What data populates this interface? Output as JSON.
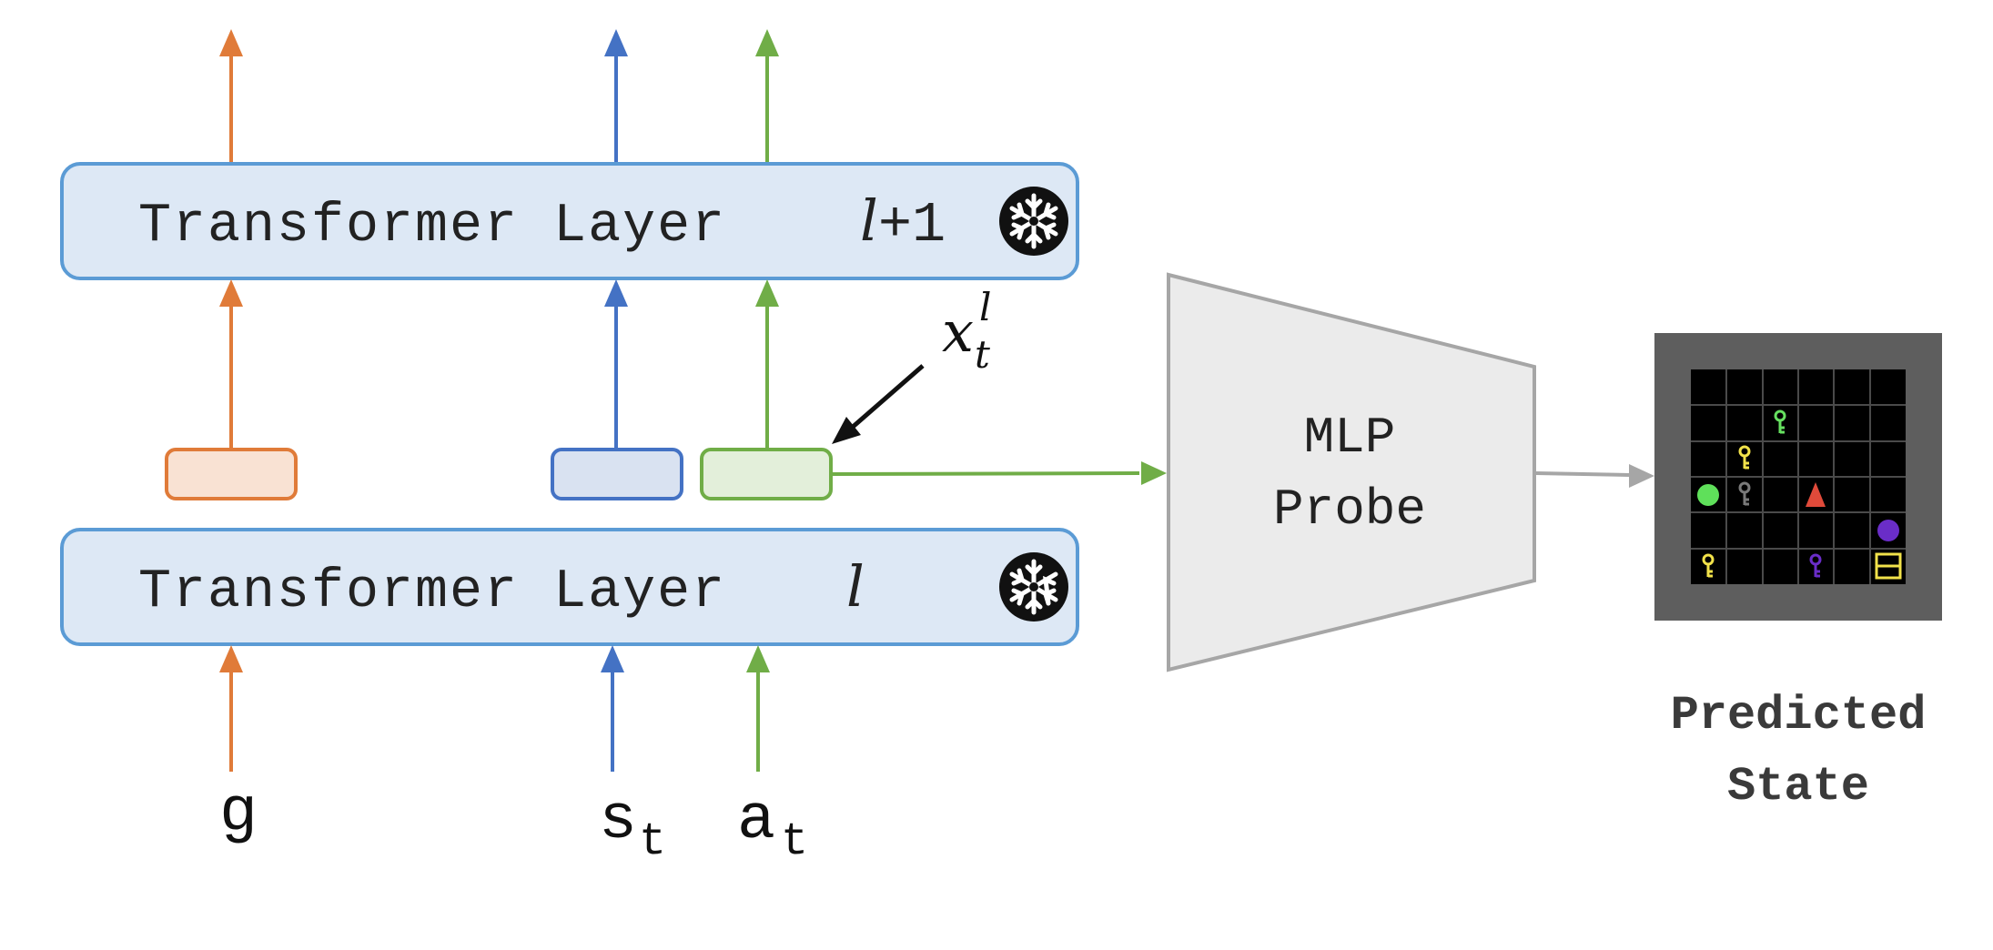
{
  "layer_bottom": {
    "prefix": "Transformer Layer",
    "suffix": "l"
  },
  "layer_top": {
    "prefix": "Transformer Layer",
    "var": "l",
    "suffix": "+1"
  },
  "inputs": {
    "g": "g",
    "s_base": "s",
    "s_sub": "t",
    "a_base": "a",
    "a_sub": "t"
  },
  "hidden_state": {
    "base": "x",
    "sub": "t",
    "sup": "l"
  },
  "probe": {
    "line1": "MLP",
    "line2": "Probe"
  },
  "output": {
    "line1": "Predicted",
    "line2": "State"
  },
  "colors": {
    "goal": "#E07B39",
    "state": "#4472C4",
    "action": "#70AD47",
    "probe_arrow": "#A6A6A6",
    "layer_fill": "#DDE8F5",
    "layer_stroke": "#5B9BD5",
    "probe_fill": "#EBEBEB",
    "probe_stroke": "#A6A6A6"
  },
  "grid_icons": [
    "key-green",
    "key-yellow",
    "circle-green",
    "key-gray",
    "triangle-red",
    "circle-purple",
    "key-yellow",
    "key-purple",
    "box-yellow"
  ]
}
